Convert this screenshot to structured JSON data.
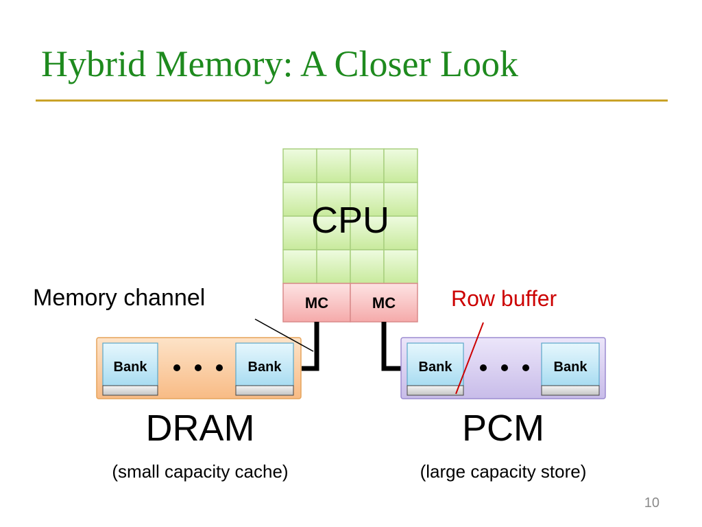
{
  "slide": {
    "title": "Hybrid Memory: A Closer Look",
    "page_number": "10"
  },
  "cpu": {
    "label": "CPU",
    "mc_labels": [
      "MC",
      "MC"
    ]
  },
  "annotations": {
    "memory_channel": "Memory channel",
    "row_buffer": "Row buffer"
  },
  "dram": {
    "label": "DRAM",
    "caption": "(small capacity cache)",
    "banks": [
      "Bank",
      "Bank"
    ]
  },
  "pcm": {
    "label": "PCM",
    "caption": "(large capacity store)",
    "banks": [
      "Bank",
      "Bank"
    ]
  },
  "colors": {
    "title": "#1e8a1e",
    "rule": "#c9a227",
    "cpu_tile": "#d6f0b4",
    "mc": "#f9c3c3",
    "dram_module": "#fcd0a4",
    "pcm_module": "#d6cdf0",
    "bank": "#c9ecf8",
    "row_buffer": "#cc0000"
  }
}
